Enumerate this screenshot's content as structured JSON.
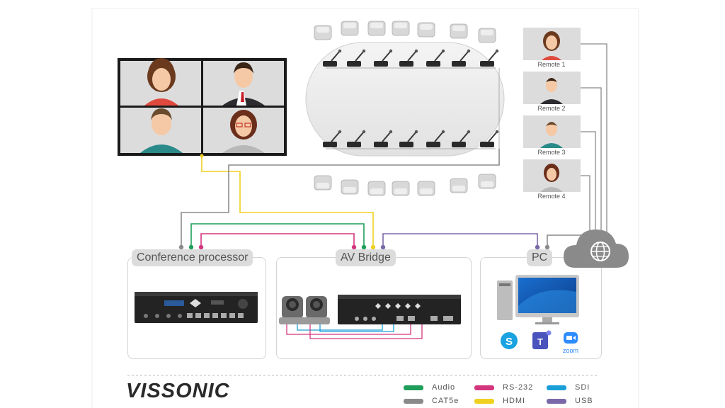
{
  "panels": {
    "conference_processor": "Conference processor",
    "av_bridge": "AV Bridge",
    "pc": "PC"
  },
  "remotes": [
    "Remote 1",
    "Remote 2",
    "Remote 3",
    "Remote 4"
  ],
  "brand": "VISSONIC",
  "software": [
    "skype-icon",
    "teams-icon",
    "zoom-icon"
  ],
  "zoom_label": "zoom",
  "legend": [
    {
      "label": "Audio",
      "color": "#1f9e5b"
    },
    {
      "label": "RS-232",
      "color": "#d4367e"
    },
    {
      "label": "SDI",
      "color": "#1a9fd8"
    },
    {
      "label": "CAT5e",
      "color": "#8a8a8a"
    },
    {
      "label": "HDMI",
      "color": "#f0d020"
    },
    {
      "label": "USB",
      "color": "#7a68a8"
    }
  ]
}
